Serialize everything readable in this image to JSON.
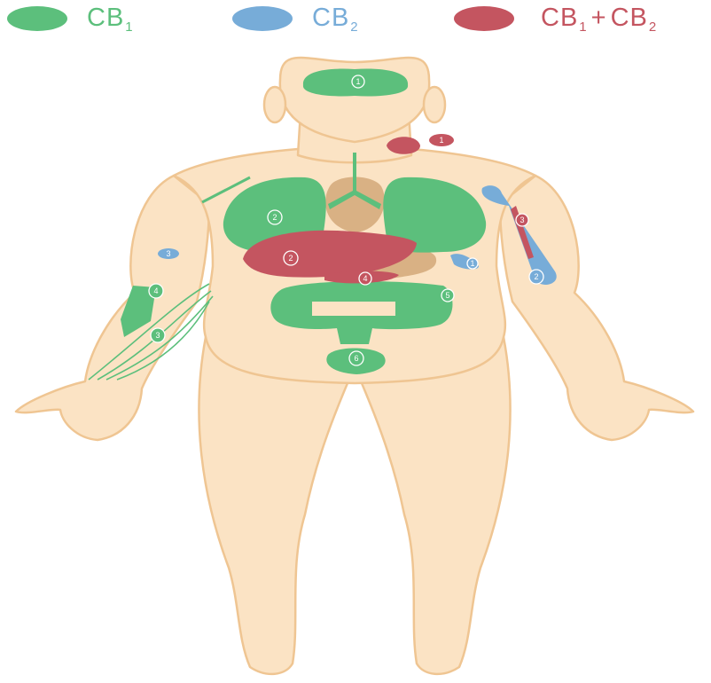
{
  "legend": {
    "cb1": {
      "base": "CB",
      "sub": "1",
      "color": "#5cbf7c"
    },
    "cb2": {
      "base": "CB",
      "sub": "2",
      "color": "#77acd8"
    },
    "both": {
      "base1": "CB",
      "sub1": "1",
      "plus": "+",
      "base2": "CB",
      "sub2": "2",
      "color": "#c45560"
    }
  },
  "colors": {
    "skin": "#fbe3c4",
    "skin_outline": "#efc592",
    "organ_neutral": "#d9b184"
  },
  "markers": {
    "brain": "1",
    "neck_gland": "1",
    "lungs": "2",
    "liver": "2",
    "pancreas": "4",
    "intestine": "5",
    "bladder": "6",
    "left_arm_muscle": "4",
    "left_arm_nerves": "3",
    "left_arm_blue": "3",
    "kidney": "1",
    "bone": "2",
    "bone_vessel": "3"
  }
}
